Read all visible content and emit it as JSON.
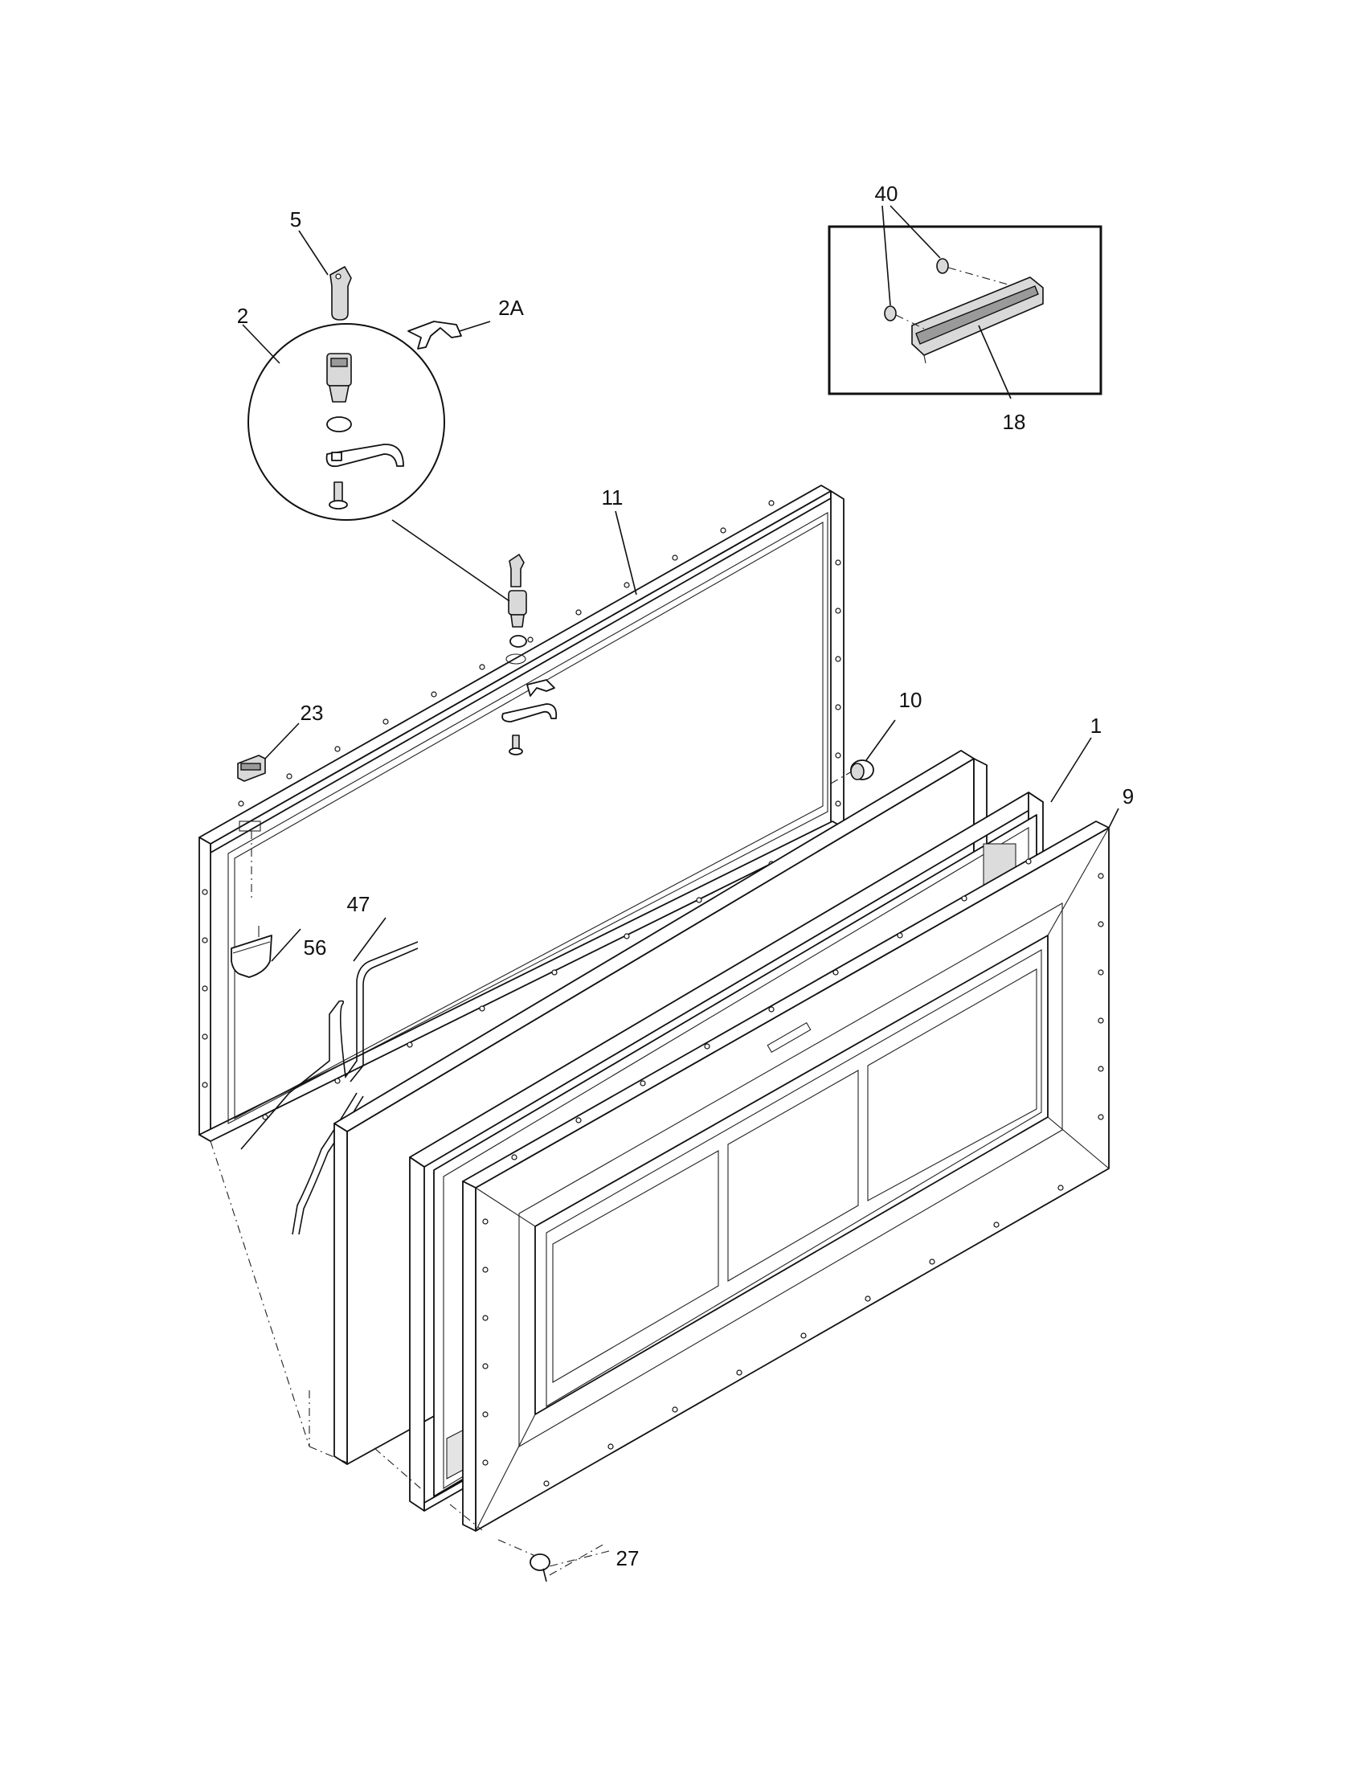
{
  "diagram": {
    "type": "exploded parts diagram",
    "part_labels": {
      "p1": "1",
      "p2": "2",
      "p2a": "2A",
      "p5": "5",
      "p9": "9",
      "p10": "10",
      "p11": "11",
      "p18": "18",
      "p23": "23",
      "p27": "27",
      "p40": "40",
      "p47": "47",
      "p56": "56"
    }
  }
}
